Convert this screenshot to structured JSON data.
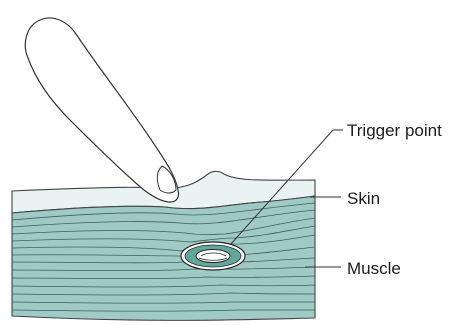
{
  "labels": {
    "trigger_point": "Trigger point",
    "skin": "Skin",
    "muscle": "Muscle"
  },
  "colors": {
    "skin_fill": "#e9f3f1",
    "muscle_fill": "#9fcbc4",
    "outline": "#333333",
    "knot_ring": "#5fa89a",
    "finger_fill": "#ffffff"
  },
  "icons": {
    "finger": "pressing-finger",
    "knot": "trigger-point-knot"
  }
}
